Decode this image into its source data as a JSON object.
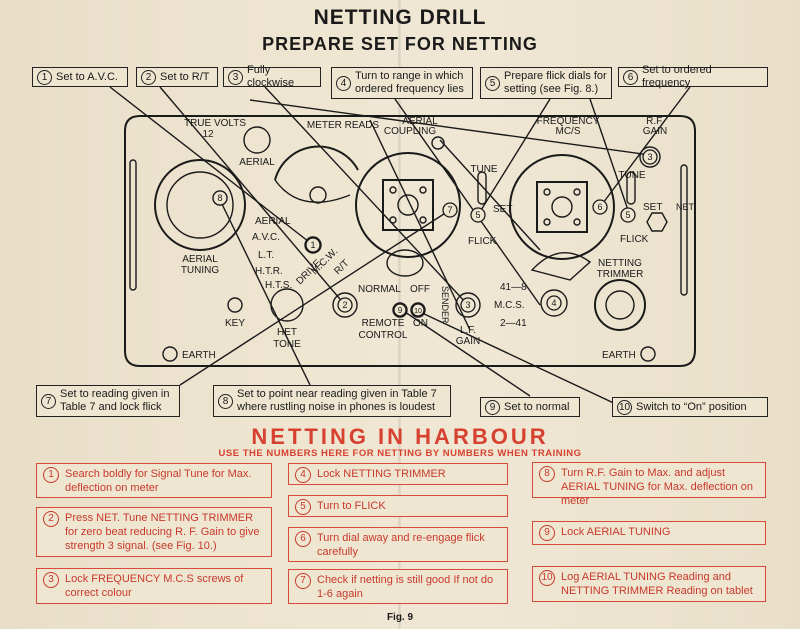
{
  "header": {
    "title": "NETTING DRILL",
    "subtitle": "PREPARE SET FOR NETTING"
  },
  "callouts_top": [
    {
      "num": "1",
      "text": "Set to A.V.C."
    },
    {
      "num": "2",
      "text": "Set to R/T"
    },
    {
      "num": "3",
      "text": "Fully clockwise"
    },
    {
      "num": "4",
      "text": "Turn to range in which ordered frequency lies"
    },
    {
      "num": "5",
      "text": "Prepare flick dials for setting (see Fig. 8.)"
    },
    {
      "num": "6",
      "text": "Set to ordered frequency"
    }
  ],
  "callouts_bottom": [
    {
      "num": "7",
      "text": "Set to reading given in Table 7 and lock flick"
    },
    {
      "num": "8",
      "text": "Set to point near reading given in Table 7 where rustling noise in phones is loudest"
    },
    {
      "num": "9",
      "text": "Set to normal"
    },
    {
      "num": "10",
      "text": "Switch to “On” position"
    }
  ],
  "panel_labels": {
    "true_volts": "TRUE VOLTS",
    "twelve": "12",
    "meter_reads": "METER READS",
    "aerial": "AERIAL",
    "aerial_coupling_1": "AERIAL",
    "aerial_coupling_2": "COUPLING",
    "frequency_1": "FREQUENCY",
    "frequency_2": "MC/S",
    "rf_gain_1": "R.F.",
    "rf_gain_2": "GAIN",
    "tune_left": "TUNE",
    "set_left": "SET",
    "flick_left": "FLICK",
    "tune_right": "TUNE",
    "set_right": "SET",
    "flick_right": "FLICK",
    "net": "NET",
    "aerial_sw": "AERIAL",
    "avc": "A.V.C.",
    "lt": "L.T.",
    "htr": "H.T.R.",
    "hts": "H.T.S.",
    "drive": "DRIVE",
    "mcw": "M.C.W.",
    "rt": "R/T",
    "aerial_tuning_1": "AERIAL",
    "aerial_tuning_2": "TUNING",
    "key": "KEY",
    "het_tone_1": "HET",
    "het_tone_2": "TONE",
    "normal": "NORMAL",
    "off": "OFF",
    "on": "ON",
    "remote_1": "REMOTE",
    "remote_2": "CONTROL",
    "sender": "SENDER",
    "lf_gain_1": "L.F.",
    "lf_gain_2": "GAIN",
    "netting_trimmer_1": "NETTING",
    "netting_trimmer_2": "TRIMMER",
    "mcs_41_8": "41—8",
    "mcs": "M.C.S.",
    "mcs_2_41": "2—41",
    "earth_left": "EARTH",
    "earth_right": "EARTH"
  },
  "harbour": {
    "title": "NETTING IN HARBOUR",
    "subtitle": "USE THE NUMBERS HERE FOR NETTING BY NUMBERS WHEN TRAINING",
    "steps": [
      {
        "num": "1",
        "text": "Search boldly for Signal Tune for Max. deflection on meter"
      },
      {
        "num": "2",
        "text": "Press NET. Tune NETTING TRIMMER for zero beat reducing R. F. Gain to give strength 3 signal. (see Fig. 10.)"
      },
      {
        "num": "3",
        "text": "Lock FREQUENCY M.C.S screws of correct colour"
      },
      {
        "num": "4",
        "text": "Lock NETTING TRIMMER"
      },
      {
        "num": "5",
        "text": "Turn to FLICK"
      },
      {
        "num": "6",
        "text": "Turn dial away and re-engage flick carefully"
      },
      {
        "num": "7",
        "text": "Check if netting is still good If not do 1-6 again"
      },
      {
        "num": "8",
        "text": "Turn R.F. Gain to Max. and adjust AERIAL TUNING for Max. deflection on meter"
      },
      {
        "num": "9",
        "text": "Lock AERIAL TUNING"
      },
      {
        "num": "10",
        "text": "Log AERIAL TUNING Reading and NETTING TRIMMER Reading on tablet"
      }
    ]
  },
  "footer": {
    "figure": "Fig. 9"
  },
  "colors": {
    "ink": "#1a1a1a",
    "red": "#d7412f",
    "paper": "#efe6d2"
  }
}
